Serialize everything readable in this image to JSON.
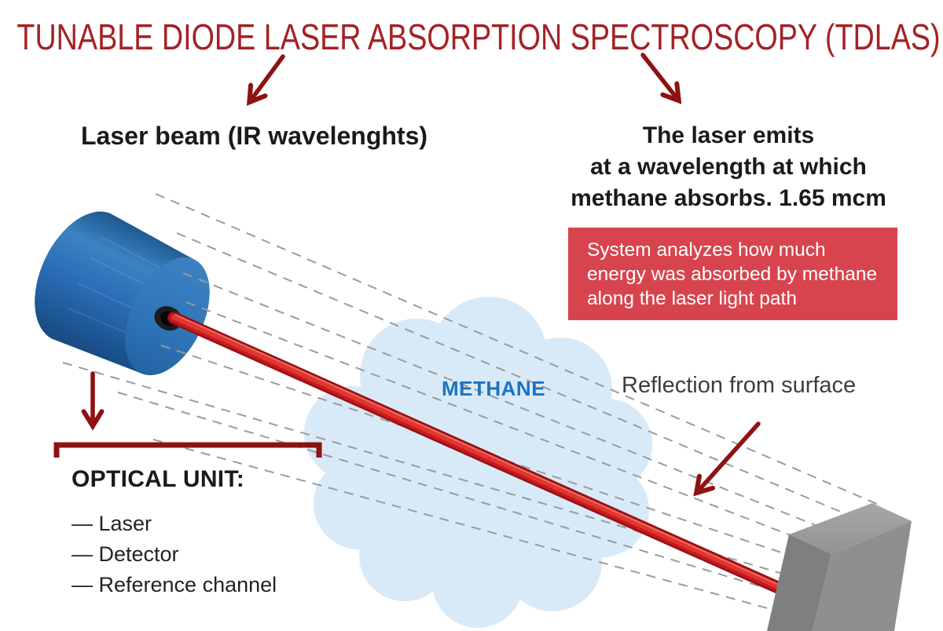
{
  "title": "TUNABLE DIODE LASER ABSORPTION SPECTROSCOPY (TDLAS)",
  "annotations": {
    "laser_beam_heading": "Laser beam (IR wavelenghts)",
    "laser_emits": {
      "line1": "The laser emits",
      "line2": "at a wavelength at which",
      "line3": "methane absorbs. 1.65 mcm"
    },
    "system_box_lines": [
      "System analyzes how much",
      "energy was absorbed by methane",
      "along the laser light path"
    ],
    "methane_label": "METHANE",
    "reflection_label": "Reflection from surface",
    "optical_unit": {
      "heading": "OPTICAL UNIT:",
      "items": [
        "— Laser",
        "— Detector",
        "— Reference channel"
      ]
    }
  },
  "icons": {
    "arrows": [
      "arrow-down-left-icon",
      "arrow-down-right-icon",
      "arrow-down-icon",
      "arrow-reflection-icon"
    ]
  },
  "colors": {
    "title_red": "#a32226",
    "arrow_red": "#8e1212",
    "box_red": "#d8444e",
    "box_text": "#ffffff",
    "methane_blue": "#1b74c0",
    "cloud_blue": "#d8eaf8",
    "beam_red": "#cf1c22",
    "cylinder_blue": "#2a6db6",
    "surface_gray": "#8f8f92",
    "heading_dark": "#1a1a1a",
    "dash_gray": "#9b9b9b"
  }
}
